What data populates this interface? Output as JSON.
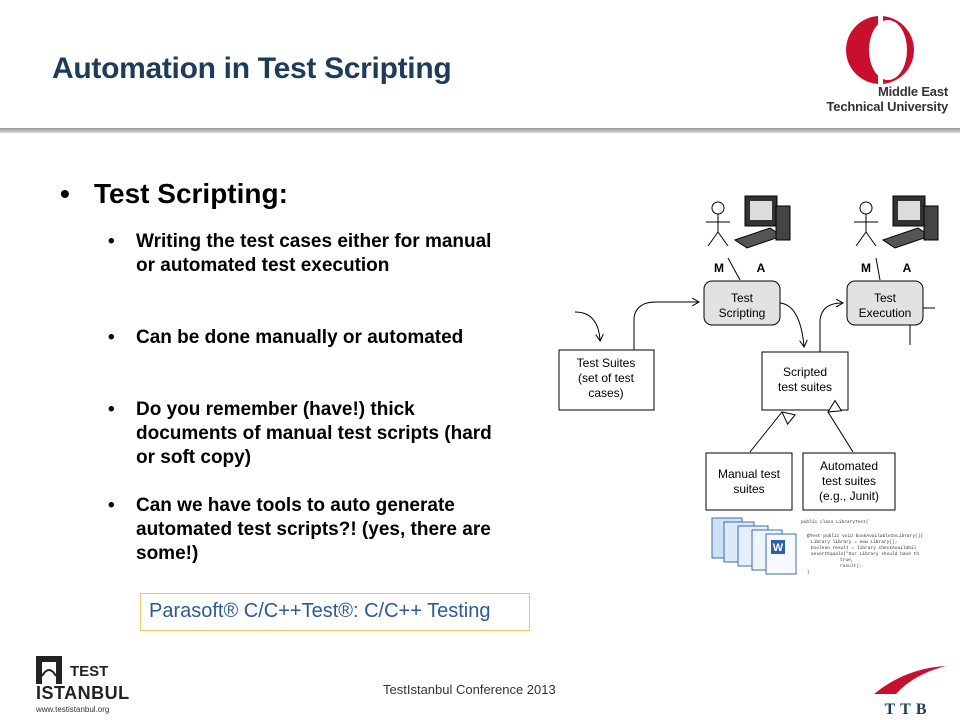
{
  "slide": {
    "title": "Automation in Test Scripting",
    "main_bullet": "Test Scripting:",
    "bullets": [
      "Writing the test cases either for manual or automated test execution",
      "Can be done manually or automated",
      "Do you remember (have!) thick documents of manual test scripts (hard or soft copy)",
      "Can we have tools to auto generate automated test scripts?! (yes, there are some!)"
    ],
    "parasoft_banner": "Parasoft® C/C++Test®: C/C++ Testing",
    "footer_text": "TestIstanbul Conference 2013"
  },
  "branding": {
    "university_name_line1": "Middle East",
    "university_name_line2": "Technical University",
    "footer_logo_line1": "TEST",
    "footer_logo_line2": "ISTANBUL",
    "footer_logo_url": "www.testistanbul.org",
    "ttb_text": "TTB"
  },
  "diagram": {
    "actor_manual_label": "M",
    "actor_auto_label": "A",
    "box_test_scripting": [
      "Test",
      "Scripting"
    ],
    "box_test_execution": [
      "Test",
      "Execution"
    ],
    "box_test_suites": [
      "Test Suites",
      "(set of test",
      "cases)"
    ],
    "box_scripted": [
      "Scripted",
      "test suites"
    ],
    "box_manual": [
      "Manual test",
      "suites"
    ],
    "box_automated": [
      "Automated",
      "test suites",
      "(e.g., Junit)"
    ],
    "code_lines": [
      "public class LibraryTest{",
      "@Test public void bookAvailableInLibrary(){",
      "Library library = new Library();",
      "boolean result = library.checkAvailabil",
      "assertEquals(\"Our Library should have th",
      "true,",
      "result);",
      "}"
    ]
  },
  "colors": {
    "title": "#1f3b5a",
    "metu_red": "#c8102e",
    "banner_text": "#2a5a9a",
    "banner_border": "#e8c864",
    "process_box": "#e2e2e2"
  }
}
